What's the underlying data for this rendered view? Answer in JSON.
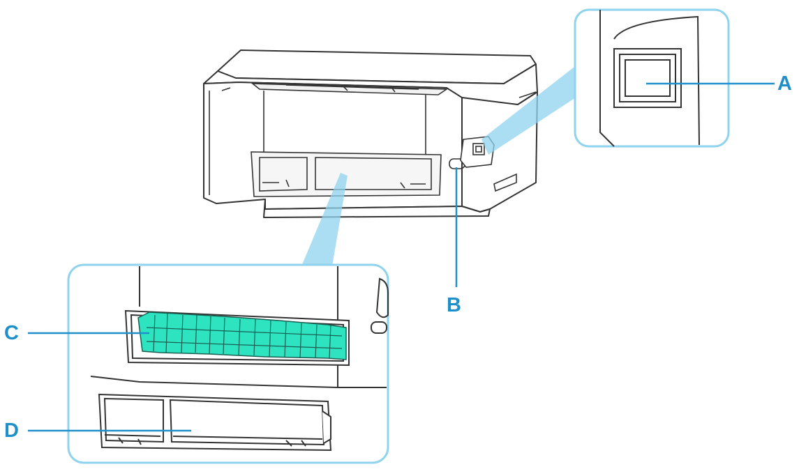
{
  "colors": {
    "accent": "#1e8fc8",
    "zoom_frame": "#8fd3ee",
    "line": "#333333",
    "roller": "#2ee3c0",
    "body_fill": "#ffffff",
    "shade": "#e8e8e8"
  },
  "labels": {
    "a": "A",
    "b": "B",
    "c": "C",
    "d": "D"
  }
}
